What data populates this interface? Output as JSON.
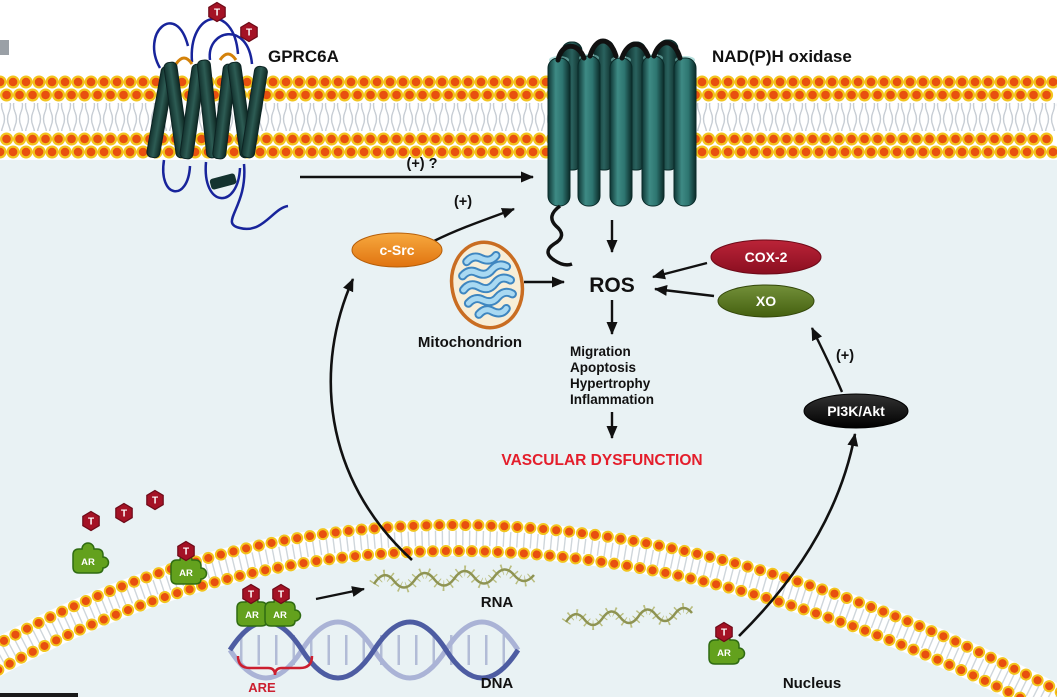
{
  "figure": {
    "type": "signaling-pathway-diagram"
  },
  "receptors": {
    "gprc6a": "GPRC6A",
    "nadph_oxidase": "NAD(P)H oxidase"
  },
  "molecules": {
    "c_src": "c-Src",
    "mitochondrion": "Mitochondrion",
    "ros": "ROS",
    "cox2": "COX-2",
    "xo": "XO",
    "pi3k_akt": "PI3K/Akt",
    "ar": "AR",
    "t": "T"
  },
  "annotations": {
    "gprc6a_to_nox": "(+) ?",
    "csrc_to_nox": "(+)",
    "pi3k_to_xo": "(+)"
  },
  "outcomes": {
    "items": [
      "Migration",
      "Apoptosis",
      "Hypertrophy",
      "Inflammation"
    ],
    "final": "VASCULAR DYSFUNCTION"
  },
  "nucleus": {
    "label": "Nucleus",
    "rna": "RNA",
    "dna": "DNA",
    "are": "ARE"
  },
  "colors": {
    "membrane_head": "#e8500f",
    "membrane_ring": "#f3c41d",
    "cytoplasm": "#e9f2f4",
    "receptor_teal": "#2d5c54",
    "csrc_orange": "#ef8c1a",
    "cox2_red": "#a31227",
    "xo_green": "#5a7a1e",
    "pi3k_black": "#111111",
    "ar_green": "#63a11d",
    "t_red": "#a41225",
    "vascular_red": "#e41e2b",
    "are_red": "#cc1f2f",
    "dna_blue": "#4d5ca2",
    "rna_olive": "#8e9352"
  }
}
